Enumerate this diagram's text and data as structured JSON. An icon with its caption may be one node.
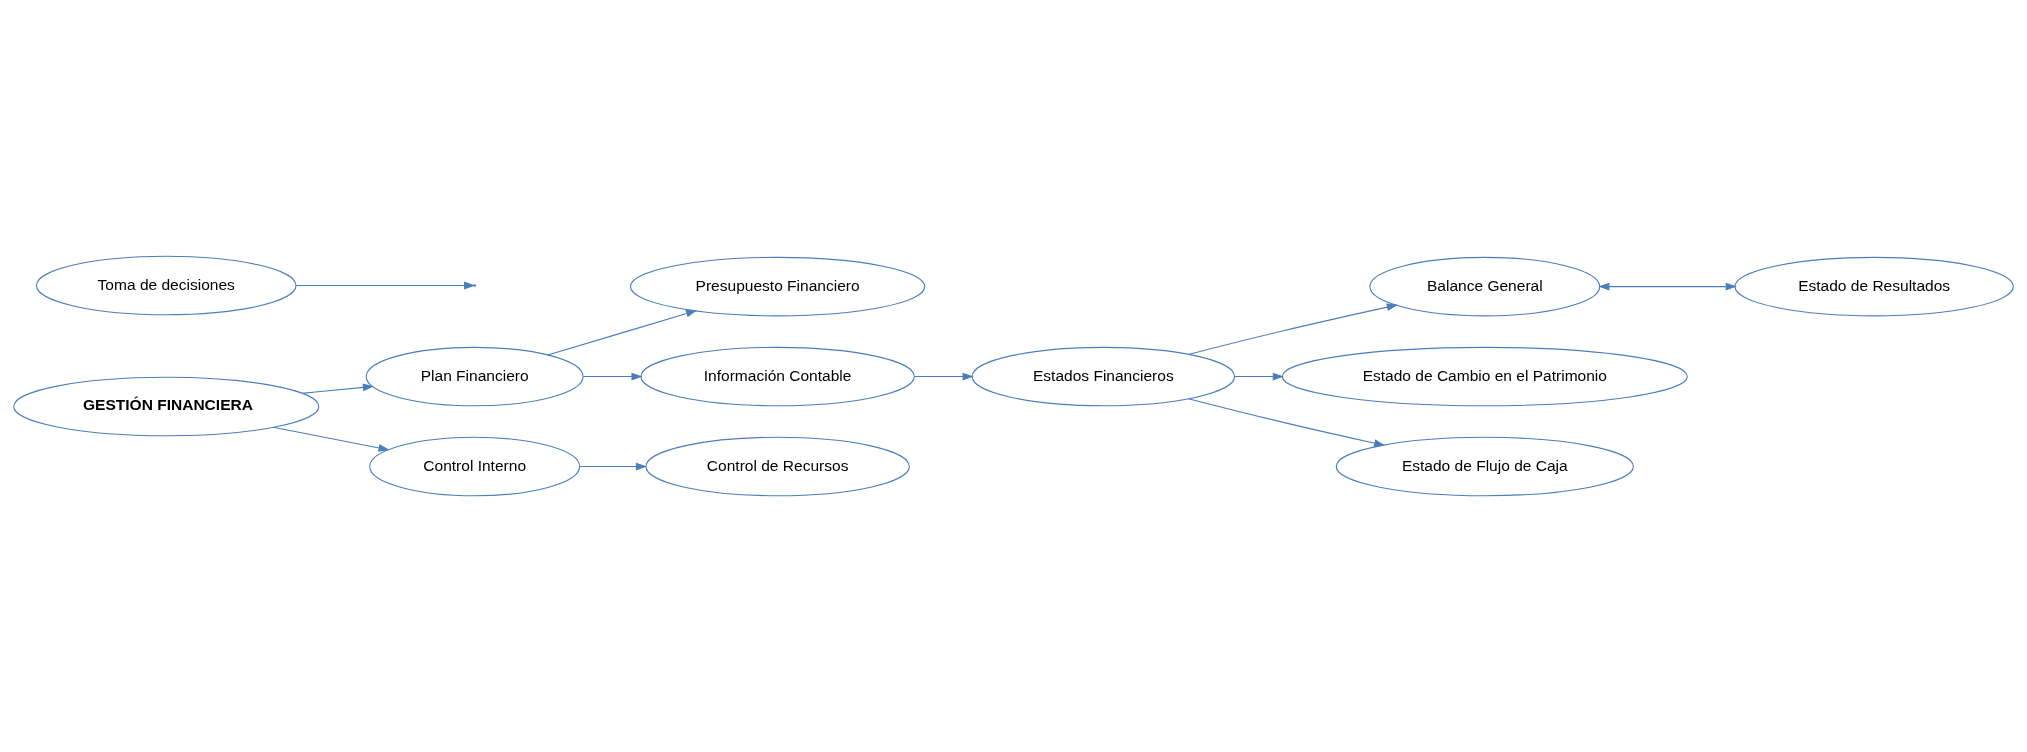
{
  "diagram": {
    "nodes": [
      {
        "text": [
          "Presupuesto Financiero"
        ]
      },
      {
        "text": [
          "Plan Financiero"
        ]
      },
      {
        "text": [
          "Información Contable"
        ]
      },
      {
        "text": [
          "GESTIÓN FINANCIERA"
        ]
      },
      {
        "text": [
          "Control Interno"
        ]
      },
      {
        "text": [
          "Control de Recursos"
        ]
      },
      {
        "text": [
          "Estados Financieros"
        ]
      },
      {
        "text": [
          "Balance General"
        ]
      },
      {
        "text": [
          "Toma de decisiones"
        ]
      },
      {
        "text": [
          "Estado de Cambio en el Patrimonio"
        ]
      },
      {
        "text": [
          "Estado de Flujo de Caja"
        ]
      },
      {
        "text": [
          "Estado de Resultados"
        ]
      }
    ],
    "edges": [
      {
        "from": 1,
        "to": 0,
        "arrow": "to"
      },
      {
        "from": 1,
        "to": 2,
        "arrow": "to"
      },
      {
        "from": 3,
        "to": 1,
        "arrow": "to"
      },
      {
        "from": 3,
        "to": 4,
        "arrow": "to"
      },
      {
        "from": 4,
        "to": 5,
        "arrow": "to"
      },
      {
        "from": 8,
        "to": null,
        "arrow": "to"
      },
      {
        "from": 2,
        "to": 6,
        "arrow": "to"
      },
      {
        "from": 6,
        "to": 7,
        "arrow": "to"
      },
      {
        "from": 6,
        "to": 9,
        "arrow": "to"
      },
      {
        "from": 6,
        "to": 10,
        "arrow": "to"
      },
      {
        "from": 7,
        "to": 11,
        "arrow": "both"
      }
    ]
  }
}
